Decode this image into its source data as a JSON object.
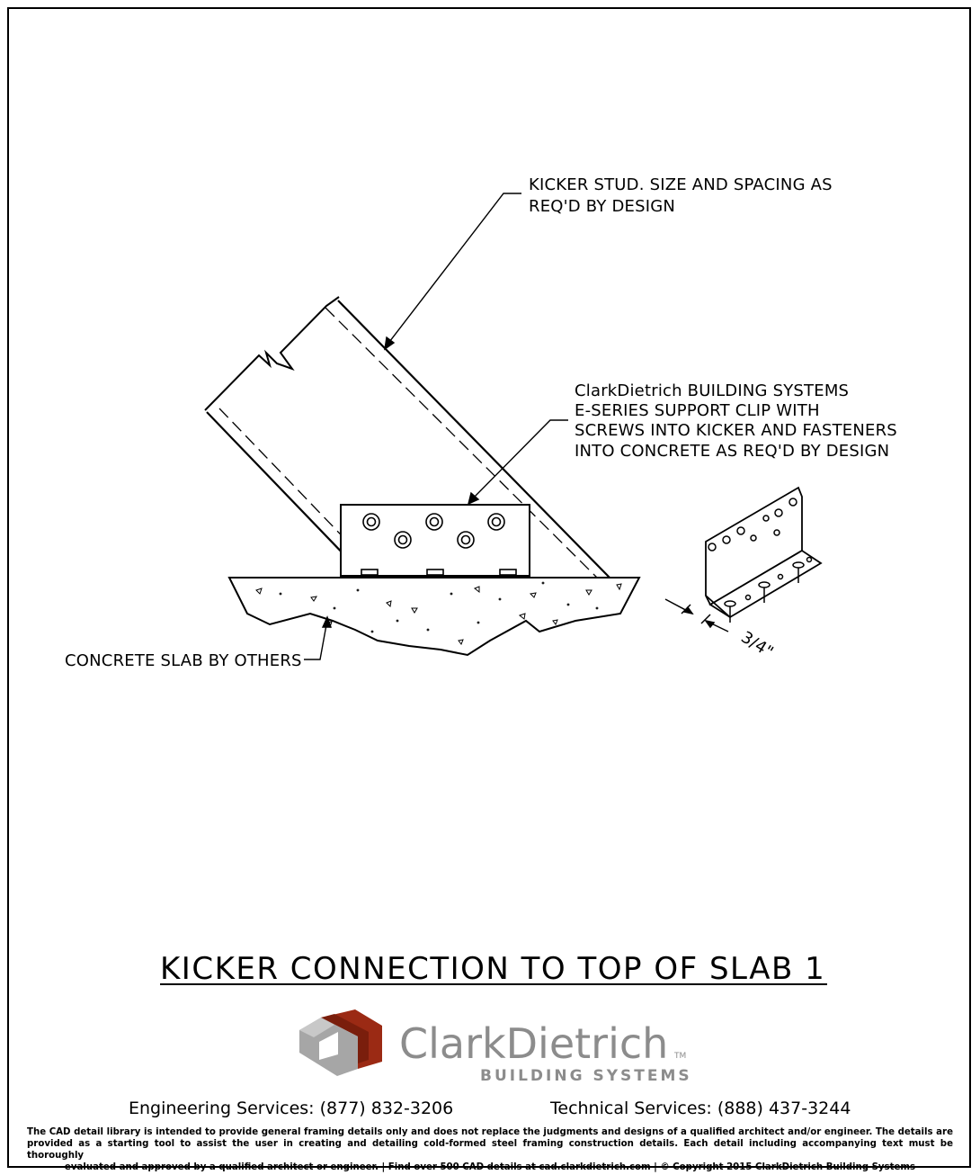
{
  "notes": {
    "kicker_line1": "KICKER STUD. SIZE AND SPACING AS",
    "kicker_line2": "REQ'D BY DESIGN",
    "clip_line1": "ClarkDietrich BUILDING SYSTEMS",
    "clip_line2": "E-SERIES SUPPORT CLIP WITH",
    "clip_line3": "SCREWS INTO KICKER AND FASTENERS",
    "clip_line4": "INTO CONCRETE AS REQ'D BY DESIGN",
    "slab": "CONCRETE SLAB BY OTHERS",
    "dimension": "3/4\""
  },
  "title": "KICKER CONNECTION TO TOP OF SLAB 1",
  "brand": {
    "name": "ClarkDietrich",
    "tm": "TM",
    "subtitle": "BUILDING SYSTEMS",
    "colors": {
      "red": "#9b2a14",
      "gray": "#8c8c8c",
      "light_gray": "#b3b3b3"
    }
  },
  "contacts": {
    "engineering": "Engineering Services: (877) 832-3206",
    "technical": "Technical Services: (888) 437-3244"
  },
  "disclaimer": {
    "body": "The CAD detail library is intended to provide general framing details only and does not replace the judgments and designs of a qualified architect and/or engineer. The details are provided as a starting tool to assist the user in creating and detailing cold-formed steel framing construction details. Each detail including accompanying text must be thoroughly",
    "last": "evaluated and approved by a qualified architect or engineer.   |   Find over 500 CAD details at cad.clarkdietrich.com   |   © Copyright 2015 ClarkDietrich Building Systems"
  }
}
